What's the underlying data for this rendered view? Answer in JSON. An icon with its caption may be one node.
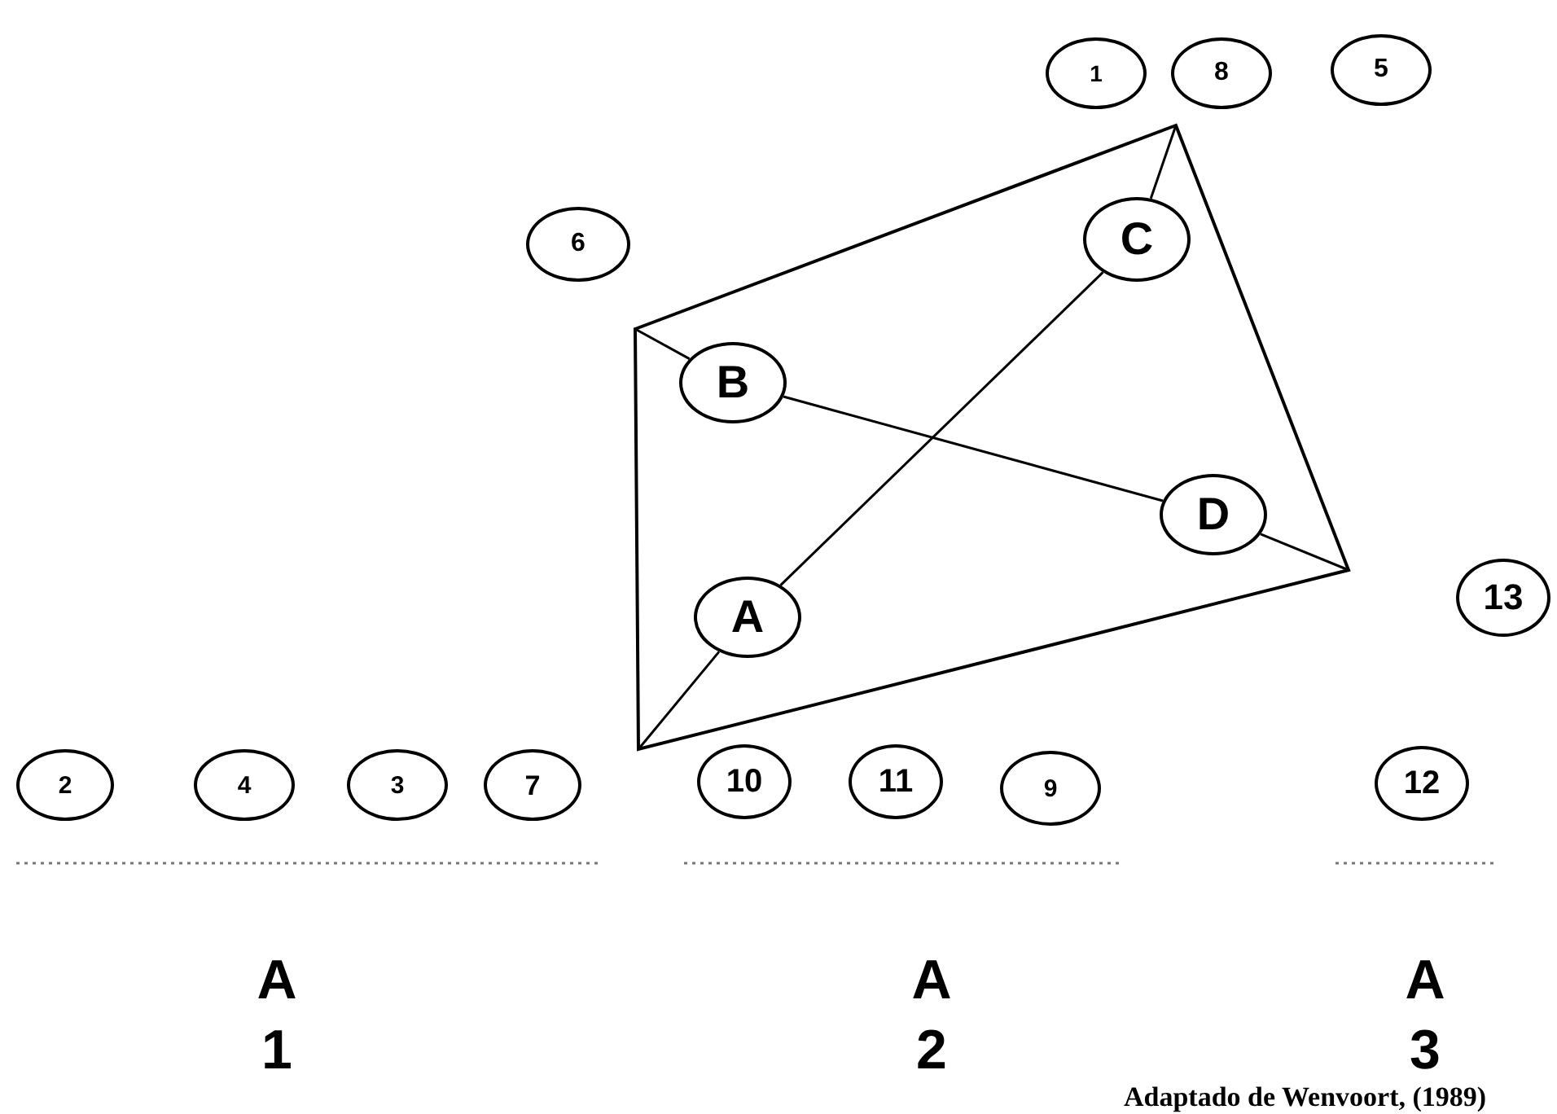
{
  "diagram": {
    "caption": "Adaptado de Wenvoort, (1989)",
    "nodes": [
      {
        "text": [
          "1"
        ]
      },
      {
        "text": [
          "8"
        ]
      },
      {
        "text": [
          "5"
        ]
      },
      {
        "text": [
          "6"
        ]
      },
      {
        "text": [
          "C"
        ]
      },
      {
        "text": [
          "B"
        ]
      },
      {
        "text": [
          "D"
        ]
      },
      {
        "text": [
          "13"
        ]
      },
      {
        "text": [
          "A"
        ]
      },
      {
        "text": [
          "2"
        ]
      },
      {
        "text": [
          "4"
        ]
      },
      {
        "text": [
          "3"
        ]
      },
      {
        "text": [
          "7"
        ]
      },
      {
        "text": [
          "10"
        ]
      },
      {
        "text": [
          "11"
        ]
      },
      {
        "text": [
          "9"
        ]
      },
      {
        "text": [
          "12"
        ]
      }
    ],
    "edges": [
      {
        "from": 8,
        "to": 4,
        "arrow": "none"
      },
      {
        "from": 5,
        "to": 6,
        "arrow": "none"
      }
    ],
    "labels": [
      "A",
      "A",
      "A",
      "1",
      "2",
      "3"
    ]
  }
}
